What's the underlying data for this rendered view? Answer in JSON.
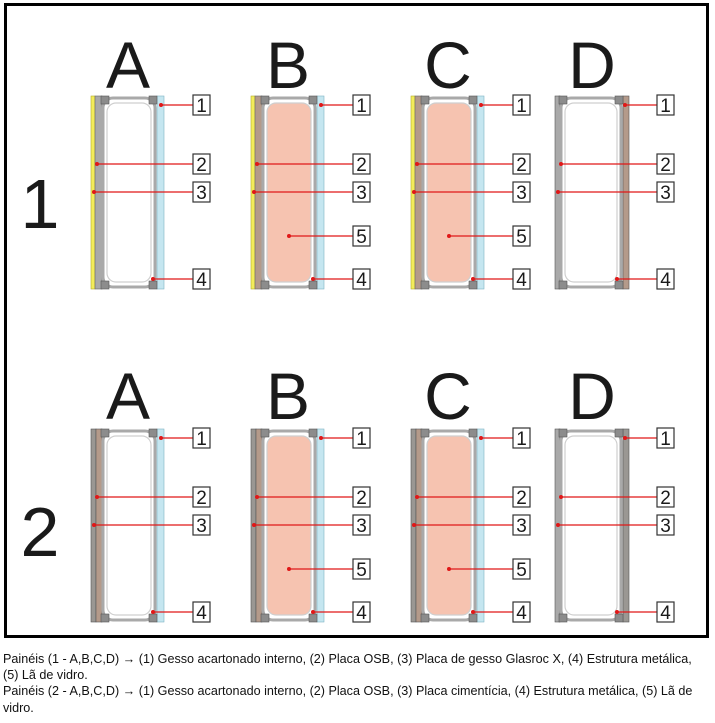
{
  "column_letters": [
    "A",
    "B",
    "C",
    "D"
  ],
  "row_numbers": [
    "1",
    "2"
  ],
  "callout_numbers": [
    "1",
    "2",
    "3",
    "4",
    "5"
  ],
  "colors": {
    "gypsum_yellow": "#f3ec5a",
    "glasroc_blue": "#c5e6f0",
    "cement_grey": "#9a9793",
    "osb_brown": "#b49a8a",
    "steel_frame": "#a9a9a9",
    "glass_wool": "#f6c3b0",
    "leader_red": "#e01818"
  },
  "panels": [
    {
      "row": "1",
      "col": "A",
      "wool": false
    },
    {
      "row": "1",
      "col": "B",
      "wool": true
    },
    {
      "row": "1",
      "col": "C",
      "wool": true
    },
    {
      "row": "1",
      "col": "D",
      "wool": false
    },
    {
      "row": "2",
      "col": "A",
      "wool": false
    },
    {
      "row": "2",
      "col": "B",
      "wool": true
    },
    {
      "row": "2",
      "col": "C",
      "wool": true
    },
    {
      "row": "2",
      "col": "D",
      "wool": false
    }
  ],
  "caption": {
    "line1": "Painéis (1 - A,B,C,D) → (1) Gesso acartonado interno, (2) Placa OSB, (3) Placa de gesso Glasroc X, (4) Estrutura metálica, (5) Lã de vidro.",
    "line2": "Painéis (2 - A,B,C,D) → (1) Gesso acartonado interno, (2) Placa OSB, (3) Placa cimentícia, (4) Estrutura metálica, (5) Lã de vidro."
  }
}
